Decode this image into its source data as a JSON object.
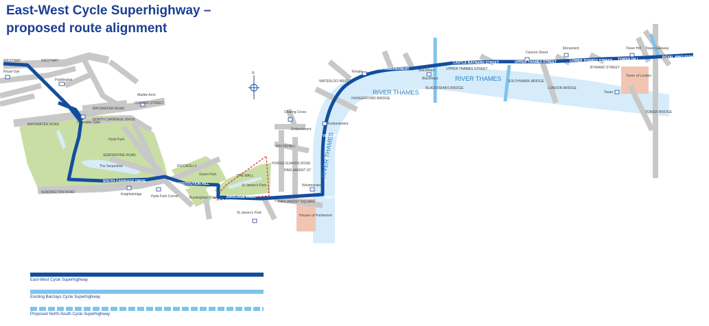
{
  "title_line1": "East-West Cycle Superhighway –",
  "title_line2": "proposed route alignment",
  "colors": {
    "route": "#124e9f",
    "existing": "#7fc4ec",
    "river": "#d6ecfa",
    "park": "#c9dea4",
    "road": "#c8c8c8",
    "title": "#1c3f94"
  },
  "labels": {
    "westway": "WESTWAY",
    "westway2": "WESTWAY",
    "royal_oak": "Royal Oak",
    "paddington": "Paddington",
    "marble_arch": "Marble Arch",
    "bayswater_road": "BAYSWATER ROAD",
    "bayswater_road2": "BAYSWATER ROAD",
    "oxford_street": "OXFORD STREET",
    "lancaster_gate": "Lancaster Gate",
    "north_carriage_drive": "NORTH CARRIAGE DRIVE",
    "hyde_park": "Hyde Park",
    "the_serpentine": "The Serpentine",
    "serpentine_road": "SERPENTINE ROAD",
    "south_carriage_drive": "SOUTH CARRIAGE DRIVE",
    "kensington_road": "KENSINGTON ROAD",
    "knightsbridge": "Knightsbridge",
    "hyde_park_corner": "Hyde Park Corner",
    "constitution_hill": "CONSTITUTION HILL",
    "green_park": "Green Park",
    "piccadilly": "PICCADILLY",
    "buckingham_palace": "Buckingham Palace",
    "the_mall": "THE MALL",
    "st_james_park": "St James's Park",
    "st_james_park_station": "St James's Park",
    "birdcage_walk": "BIRDCAGE WALK",
    "horse_guards_road": "HORSE GUARDS ROAD",
    "westminster": "Westminster",
    "westminster_bridge": "WESTMINSTER BRIDGE",
    "houses_of_parliament": "Houses of Parliament",
    "parliament_square": "PARLIAMENT SQUARE",
    "parliament_street": "PARLIAMENT ST",
    "whitehall": "WHITEHALL",
    "charing_cross": "Charing Cross",
    "embankment": "Embankment",
    "embankment2": "Embankment",
    "victoria_embankment": "VICTORIA EMBANKMENT",
    "victoria_embankment2": "VICTORIA EMBANKMENT",
    "temple": "Temple",
    "blackfriars": "Blackfriars",
    "blackfriars2": "Blackfriars",
    "blackfriars_bridge": "BLACKFRIARS BRIDGE",
    "upper_thames_street": "UPPER THAMES STREET",
    "upper_thames_street2": "UPPER THAMES STREET",
    "castle_baynard_street": "CASTLE BAYNARD STREET",
    "cannon_street": "Cannon Street",
    "monument": "Monument",
    "lower_thames_street": "LOWER THAMES STREET",
    "byward_street": "BYWARD STREET",
    "tower_hill": "TOWER HILL",
    "tower_hill_stn": "Tower Hill",
    "tower_gateway": "Tower Gateway",
    "royal_mint_street": "ROYAL MINT STREET",
    "tower_of_london": "Tower of London",
    "tower": "Tower",
    "tower_bridge": "TOWER BRIDGE",
    "southwark_bridge": "SOUTHWARK BRIDGE",
    "london_bridge": "LONDON BRIDGE",
    "river_thames1": "RIVER THAMES",
    "river_thames2": "RIVER THAMES",
    "river_thames3": "RIVER THAMES",
    "hungerford_bridge": "HUNGERFORD BRIDGE",
    "waterloo_bridge": "WATERLOO BRIDGE",
    "north": "N"
  },
  "legend": [
    {
      "label": "East-West Cycle Superhighway",
      "color": "#124e9f",
      "style": "solid"
    },
    {
      "label": "Existing Barclays Cycle Superhighway",
      "color": "#7fc4ec",
      "style": "solid"
    },
    {
      "label": "Proposed North-South Cycle Superhighway",
      "color": "#7fc4ec",
      "style": "dashed"
    }
  ]
}
